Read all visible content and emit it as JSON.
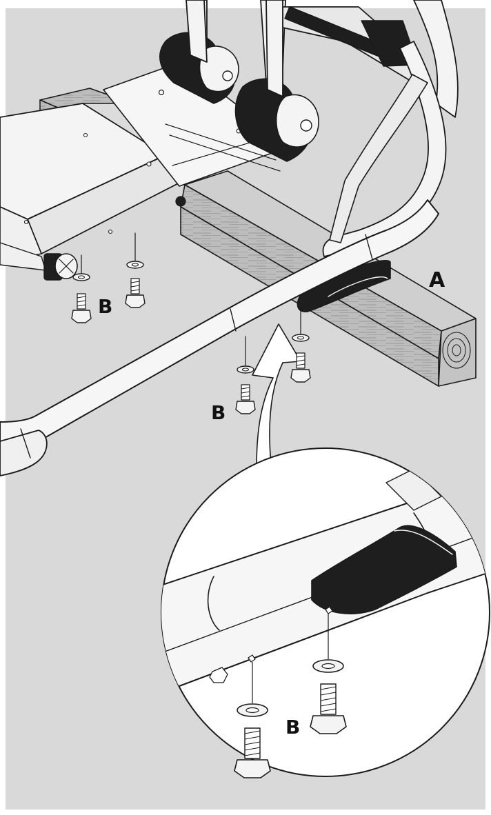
{
  "figure": {
    "background_color": "#d9d9d9",
    "frame_color": "#ffffff",
    "line_color": "#1a1a1a",
    "dark_fill": "#1e1e1e",
    "wood_fill": "#b8b8b8",
    "metal_fill": "#f4f4f4"
  },
  "labels": {
    "part_a": "A",
    "bolt_b_left": "B",
    "bolt_b_front": "B",
    "bolt_b_detail": "B"
  }
}
